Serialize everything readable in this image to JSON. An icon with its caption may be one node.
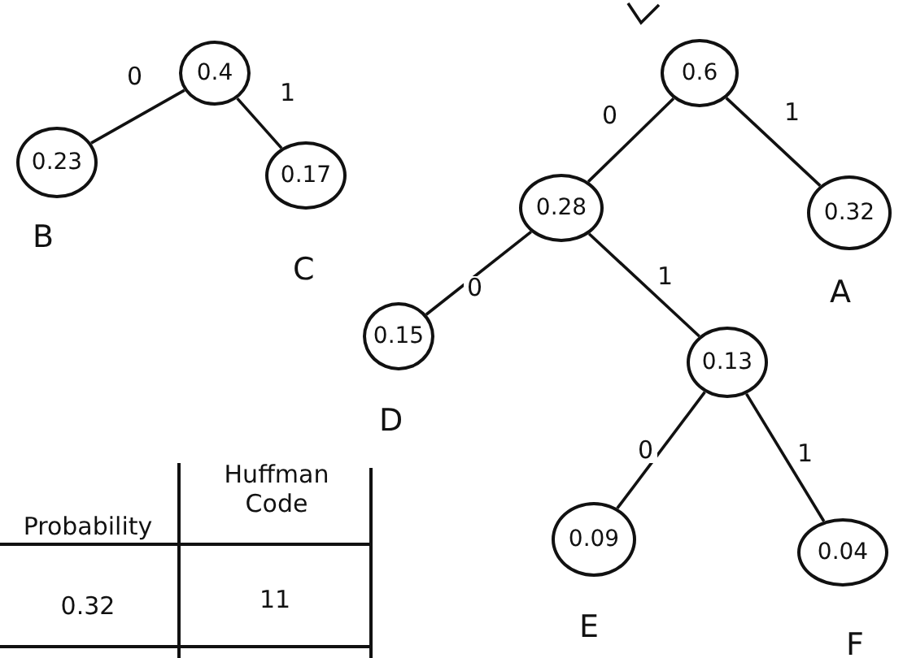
{
  "diagram": {
    "nodes": [
      {
        "text": [
          "0.4"
        ]
      },
      {
        "text": [
          "0.23"
        ],
        "beside": [
          "B"
        ]
      },
      {
        "text": [
          "0.17"
        ],
        "beside": [
          "C"
        ]
      },
      {
        "text": [
          "0.6"
        ]
      },
      {
        "text": [
          "0.28"
        ]
      },
      {
        "text": [
          "0.32"
        ],
        "beside": [
          "A"
        ]
      },
      {
        "text": [
          "0.15"
        ],
        "beside": [
          "D"
        ]
      },
      {
        "text": [
          "0.13"
        ]
      },
      {
        "text": [
          "0.09"
        ],
        "beside": [
          "E"
        ]
      },
      {
        "text": [
          "0.04"
        ],
        "beside": [
          "F"
        ]
      }
    ],
    "edges": [
      {
        "from": 0,
        "to": 1,
        "arrow": "none",
        "label": "0"
      },
      {
        "from": 0,
        "to": 2,
        "arrow": "none",
        "label": "1"
      },
      {
        "from": 3,
        "to": 4,
        "arrow": "none",
        "label": "0"
      },
      {
        "from": 3,
        "to": 5,
        "arrow": "none",
        "label": "1"
      },
      {
        "from": 4,
        "to": 6,
        "arrow": "none",
        "label": "0"
      },
      {
        "from": 4,
        "to": 7,
        "arrow": "none",
        "label": "1"
      },
      {
        "from": 7,
        "to": 8,
        "arrow": "none",
        "label": "0"
      },
      {
        "from": 7,
        "to": 9,
        "arrow": "none",
        "label": "1"
      }
    ],
    "labels": [
      "Probability",
      "Huffman Code",
      "0.32",
      "11"
    ]
  }
}
